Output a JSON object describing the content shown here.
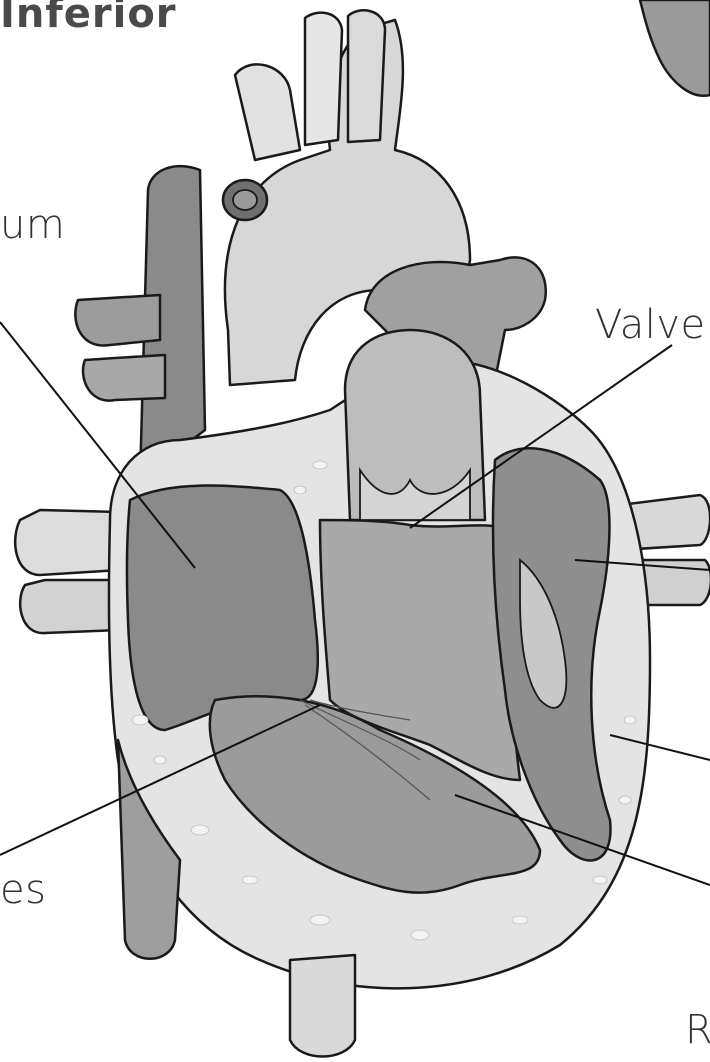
{
  "diagram": {
    "title": "Inferior",
    "labels": {
      "atrium_partial": "um",
      "valve_partial": "Valve",
      "valves_partial": "es",
      "ventricle_partial": "R"
    },
    "colors": {
      "outline": "#1a1a1a",
      "vessel_light": "#d9d9d9",
      "vessel_mid": "#bdbdbd",
      "vessel_dark": "#8f8f8f",
      "chamber_dark": "#7d7d7d",
      "chamber_mid": "#a6a6a6",
      "wall_light": "#e3e3e3",
      "muscle": "#cfcfcf"
    }
  }
}
